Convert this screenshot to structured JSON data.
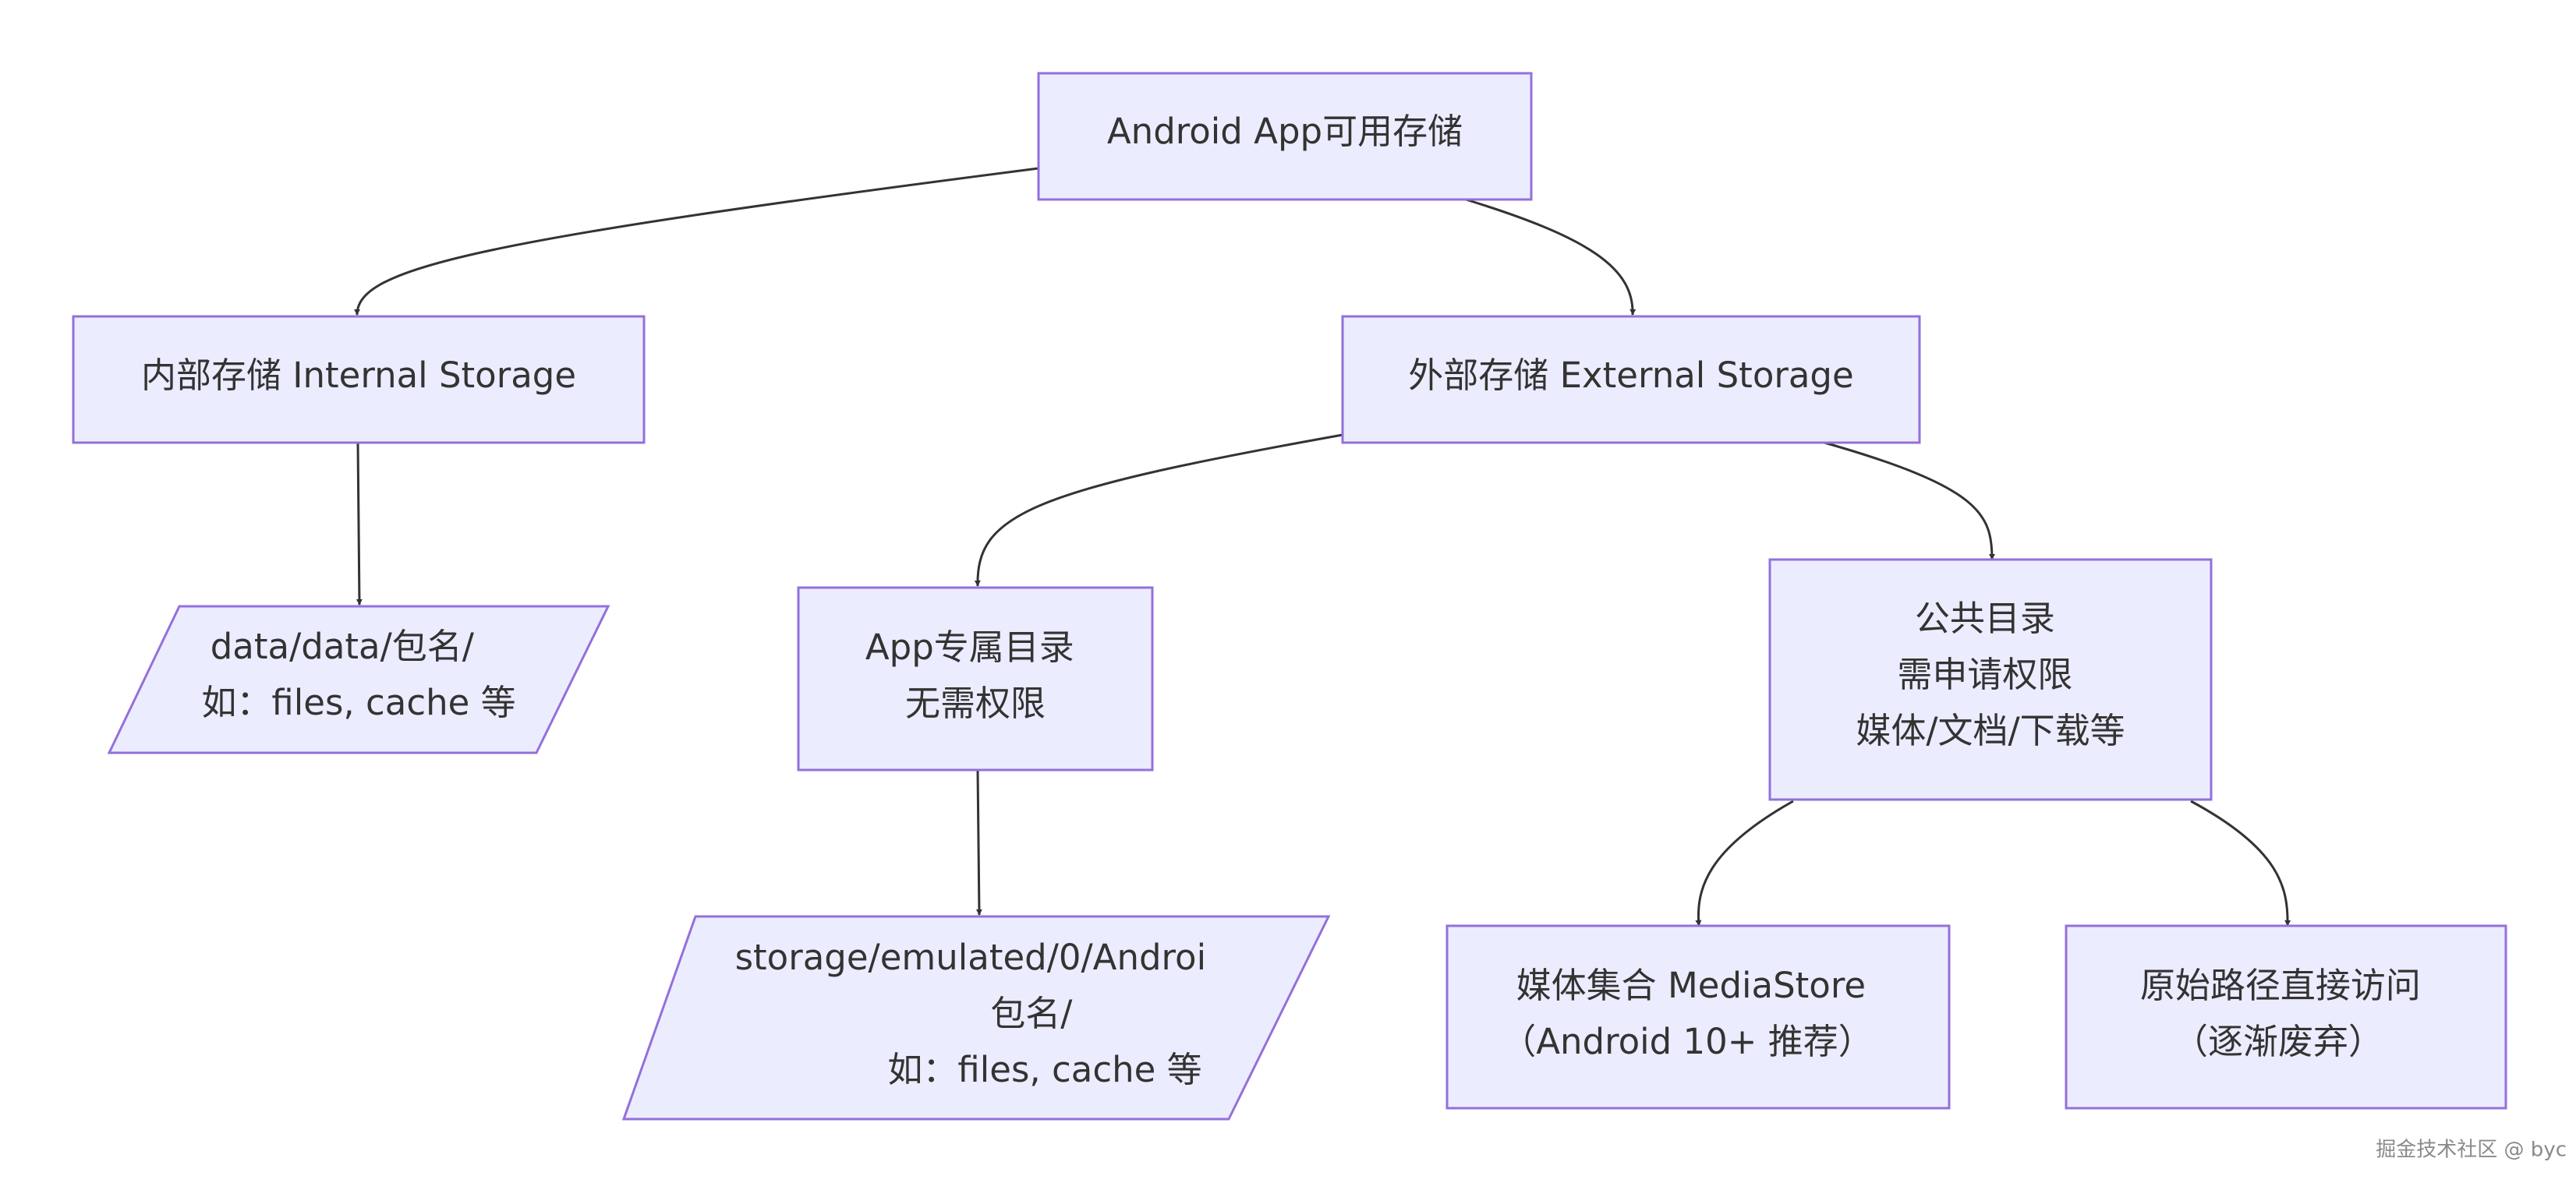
{
  "nodes": {
    "root": {
      "lines": [
        "Android App可用存储"
      ]
    },
    "internal": {
      "lines": [
        "内部存储 Internal Storage"
      ]
    },
    "external": {
      "lines": [
        "外部存储 External Storage"
      ]
    },
    "internal_path": {
      "lines": [
        "data/data/包名/",
        "如：files, cache 等"
      ]
    },
    "app_specific": {
      "lines": [
        "App专属目录",
        "无需权限"
      ]
    },
    "public_dirs": {
      "lines": [
        "公共目录",
        "需申请权限",
        "媒体/文档/下载等"
      ]
    },
    "app_specific_path": {
      "lines": [
        "storage/emulated/0/Androi",
        "包名/",
        "如：files, cache 等"
      ]
    },
    "mediastore": {
      "lines": [
        "媒体集合 MediaStore",
        "（Android 10+ 推荐）"
      ]
    },
    "raw_path": {
      "lines": [
        "原始路径直接访问",
        "（逐渐废弃）"
      ]
    }
  },
  "watermark": "掘金技术社区 @ byc",
  "colors": {
    "node_fill": "#ececff",
    "node_stroke": "#9370db",
    "edge": "#333333",
    "text": "#333333"
  }
}
